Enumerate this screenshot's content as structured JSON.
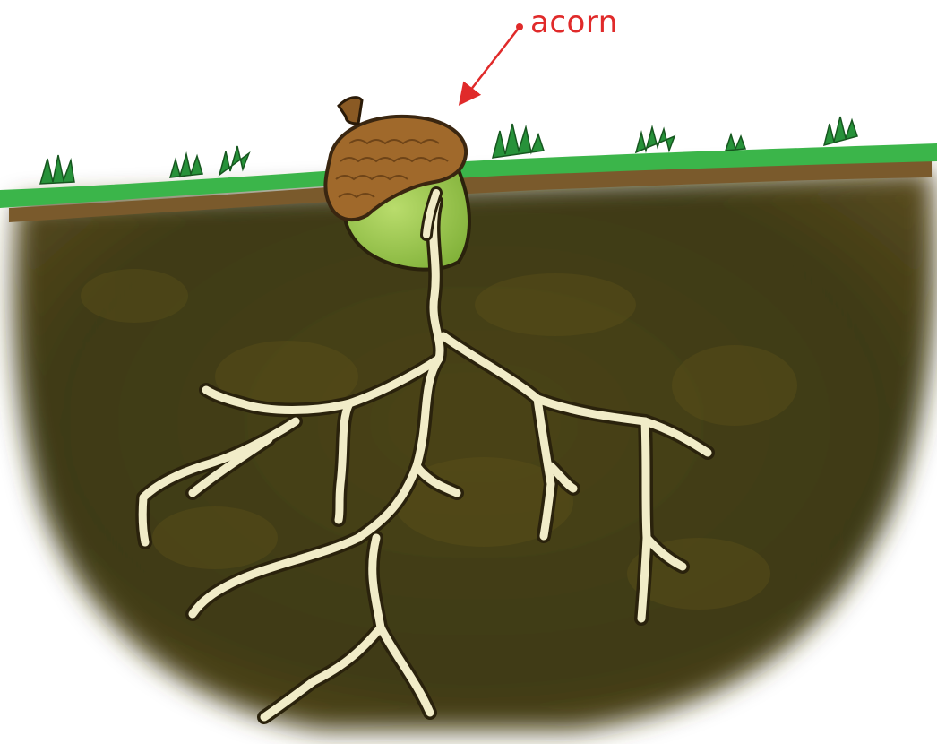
{
  "diagram": {
    "labels": {
      "acorn": "acorn"
    },
    "parts": {
      "soil": "soil-cross-section",
      "grass": "grass-surface",
      "acorn": "acorn-seed",
      "roots": "root-system"
    }
  },
  "colors": {
    "annotation": "#e02a2a",
    "soil_dark": "#3e3a12",
    "soil_mid": "#524a18",
    "soil_edge": "#6b5a2a",
    "grass": "#3bb54a",
    "grass_dark": "#1f7a2c",
    "acorn_cap": "#a0692b",
    "acorn_cap_dark": "#6e4418",
    "acorn_nut": "#9ccc4a",
    "root_fill": "#f1ecc8",
    "root_outline": "#2a220c"
  }
}
